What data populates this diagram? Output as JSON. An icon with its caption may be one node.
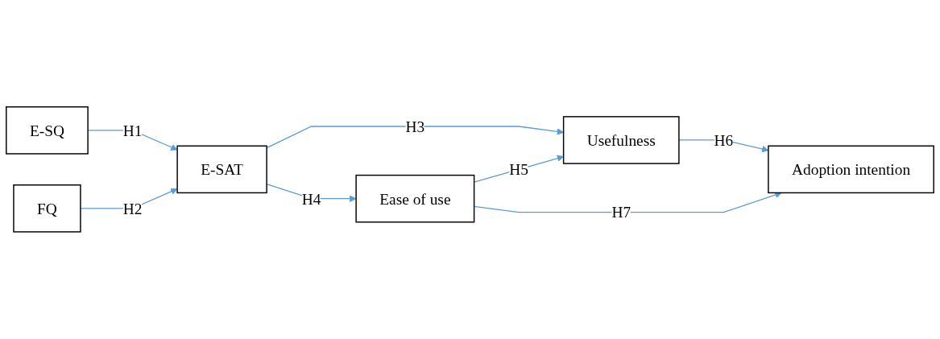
{
  "diagram": {
    "nodes": [
      {
        "text": [
          "E-SQ"
        ]
      },
      {
        "text": [
          "FQ"
        ]
      },
      {
        "text": [
          "E-SAT"
        ]
      },
      {
        "text": [
          "Usefulness"
        ]
      },
      {
        "text": [
          "Ease of use"
        ]
      },
      {
        "text": [
          "Adoption intention"
        ]
      }
    ],
    "edges": [
      {
        "from": 0,
        "to": 2,
        "arrow": "to",
        "label": "H1"
      },
      {
        "from": 1,
        "to": 2,
        "arrow": "to",
        "label": "H2"
      },
      {
        "from": 2,
        "to": 3,
        "arrow": "to",
        "label": "H3"
      },
      {
        "from": 2,
        "to": 4,
        "arrow": "to",
        "label": "H4"
      },
      {
        "from": 4,
        "to": 3,
        "arrow": "to",
        "label": "H5"
      },
      {
        "from": 3,
        "to": 5,
        "arrow": "to",
        "label": "H6"
      },
      {
        "from": 4,
        "to": 5,
        "arrow": "to",
        "label": "H7"
      }
    ]
  }
}
